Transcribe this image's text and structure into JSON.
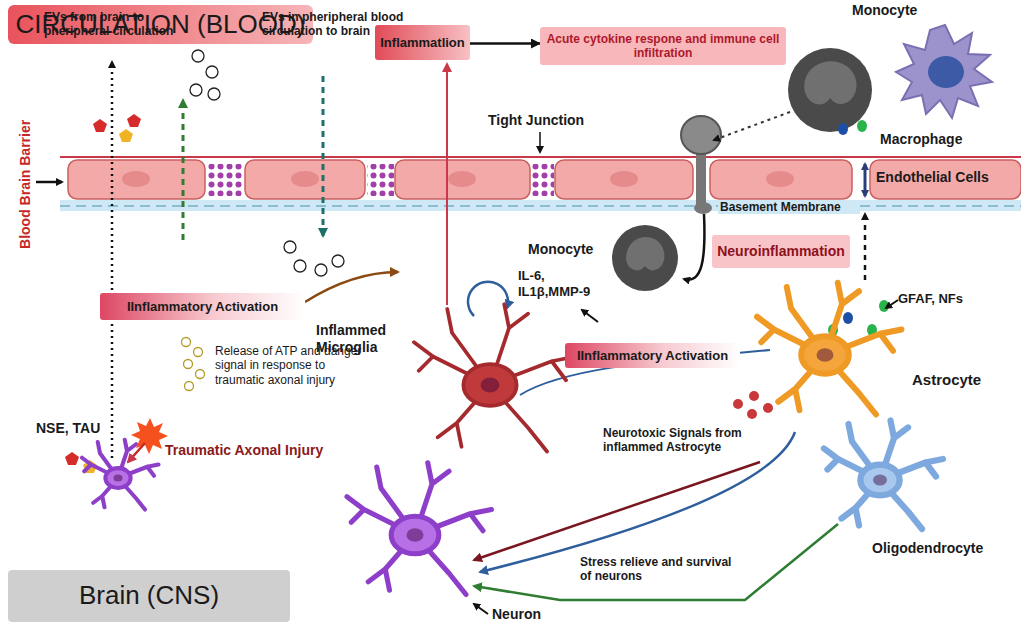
{
  "diagram": {
    "nodes": [
      {
        "text": [
          "CIRCULATION (BLOOD)"
        ]
      },
      {
        "text": [
          "Inflammatlion"
        ]
      },
      {
        "text": [
          "Acute cytokine respone and immune cell infiltration"
        ]
      },
      {
        "text": [
          "Neuroinflammation"
        ]
      },
      {
        "text": [
          "IInflammatory Activation"
        ]
      },
      {
        "text": [
          "IInflammatory Activation"
        ]
      },
      {
        "text": [
          "Brain (CNS)"
        ]
      }
    ],
    "edges": [
      {
        "from": 1,
        "to": 2,
        "arrow": "to"
      }
    ],
    "labels": [
      "EVs from brain to pheripheral circulation",
      "EVs in pheripheral blood circulation to brain",
      "Tight Junction",
      "Monocyte",
      "Macrophage",
      "Endothelial Cells",
      "Basement Membrane",
      "Monocyte",
      "Blood Brain Barrier",
      "IL-6, IL1β,MMP-9",
      "GFAF, NFs",
      "Inflammed Microglia",
      "Release of ATP and danger signal in response to traumatic axonal injury",
      "Astrocyte",
      "Neurotoxic Signals from inflammed Astrocyte",
      "NSE, TAU",
      "Traumatic Axonal Injury",
      "Oligodendrocyte",
      "Stress relieve and survival of neurons",
      "Neuron"
    ]
  }
}
